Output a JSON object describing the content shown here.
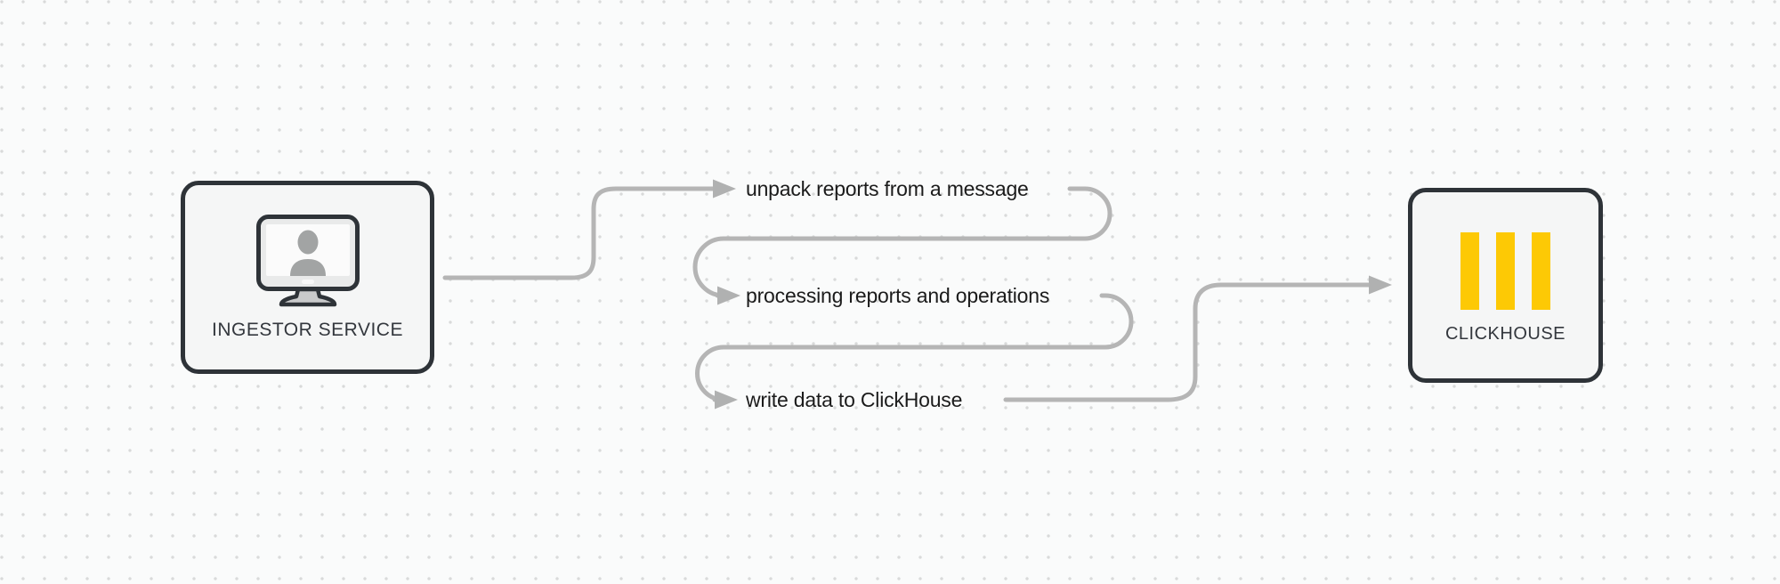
{
  "diagram": {
    "nodes": {
      "ingestor": {
        "label": "INGESTOR SERVICE",
        "icon": "monitor-user-icon"
      },
      "clickhouse": {
        "label": "CLICKHOUSE",
        "icon": "clickhouse-bars-icon"
      }
    },
    "steps": [
      {
        "label": "unpack reports from a message"
      },
      {
        "label": "processing reports and operations"
      },
      {
        "label": "write data to ClickHouse"
      }
    ],
    "colors": {
      "background": "#fafbfb",
      "grid_dot": "#d9dada",
      "connector": "#b5b5b5",
      "arrowhead": "#b0b1b1",
      "node_border": "#2e3338",
      "node_fill": "#f5f6f6",
      "node_label_text": "#33373d",
      "step_label_text": "#1b1b1b",
      "clickhouse_yellow": "#fdc905",
      "monitor_silhouette_gray": "#a2a4a4"
    }
  }
}
